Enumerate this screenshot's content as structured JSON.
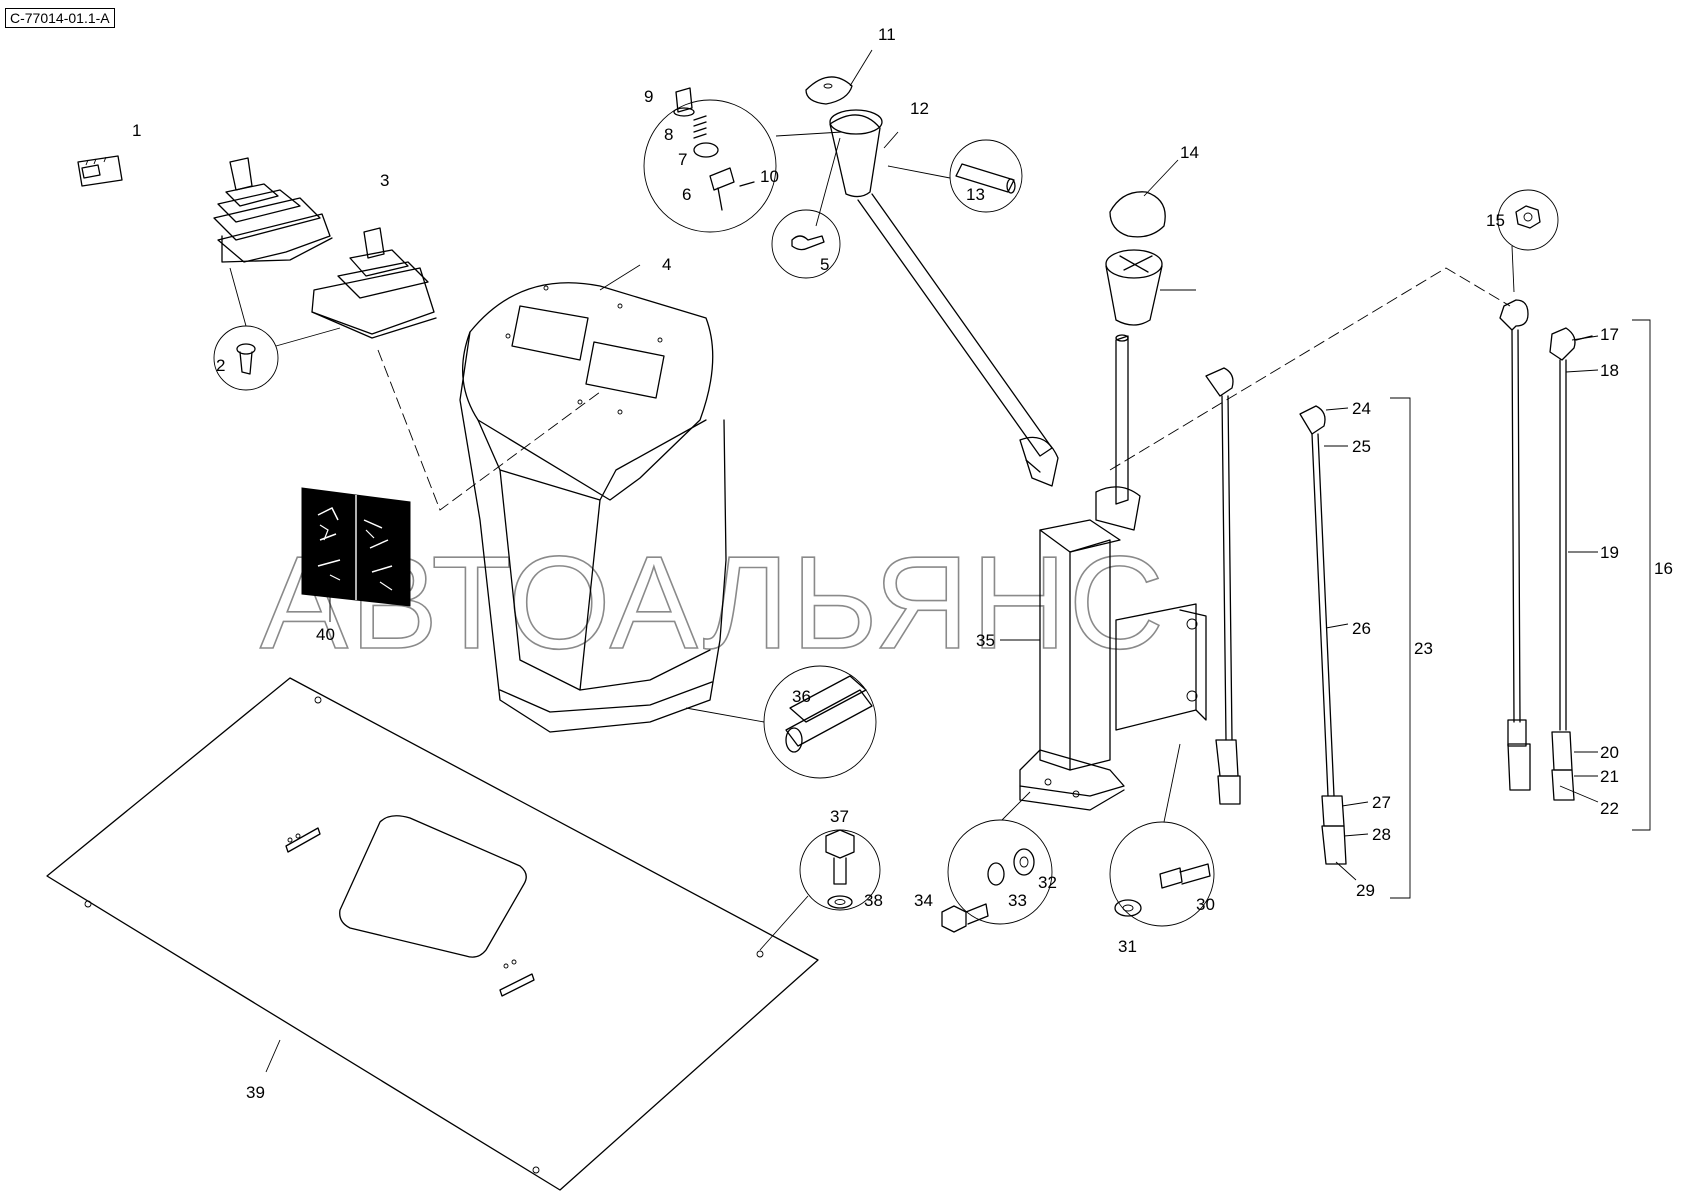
{
  "diagram": {
    "reference_code": "C-77014-01.1-A",
    "watermark": "АВТОАЛЬЯНС",
    "callouts": [
      "1",
      "2",
      "3",
      "4",
      "5",
      "6",
      "7",
      "8",
      "9",
      "10",
      "11",
      "12",
      "13",
      "14",
      "15",
      "16",
      "17",
      "18",
      "19",
      "20",
      "21",
      "22",
      "23",
      "24",
      "25",
      "26",
      "27",
      "28",
      "29",
      "30",
      "31",
      "32",
      "33",
      "34",
      "35",
      "36",
      "37",
      "38",
      "39",
      "40"
    ]
  }
}
